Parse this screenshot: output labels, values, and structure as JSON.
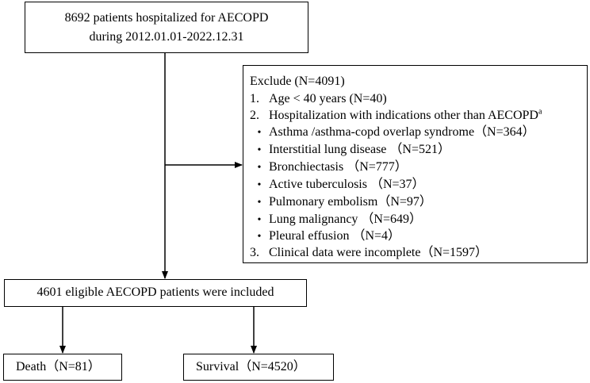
{
  "top_box": {
    "line1": "8692 patients hospitalized for AECOPD",
    "line2": "during 2012.01.01-2022.12.31"
  },
  "exclude_box": {
    "title": "Exclude (N=4091)",
    "items": [
      {
        "num": "1.",
        "text": "Age < 40 years (N=40)"
      },
      {
        "num": "2.",
        "text": "Hospitalization with indications other than AECOPD",
        "sup": "a"
      }
    ],
    "sub_items": [
      "Asthma /asthma-copd overlap syndrome（N=364）",
      "Interstitial lung disease （N=521）",
      "Bronchiectasis （N=777）",
      "Active tuberculosis （N=37）",
      "Pulmonary embolism（N=97）",
      "Lung malignancy （N=649）",
      "Pleural effusion （N=4）"
    ],
    "last_item": {
      "num": "3.",
      "text": "Clinical data were incomplete（N=1597）"
    }
  },
  "mid_box": {
    "text": "4601 eligible AECOPD patients were included"
  },
  "death_box": {
    "text": "Death（N=81）"
  },
  "survival_box": {
    "text": "Survival（N=4520）"
  }
}
